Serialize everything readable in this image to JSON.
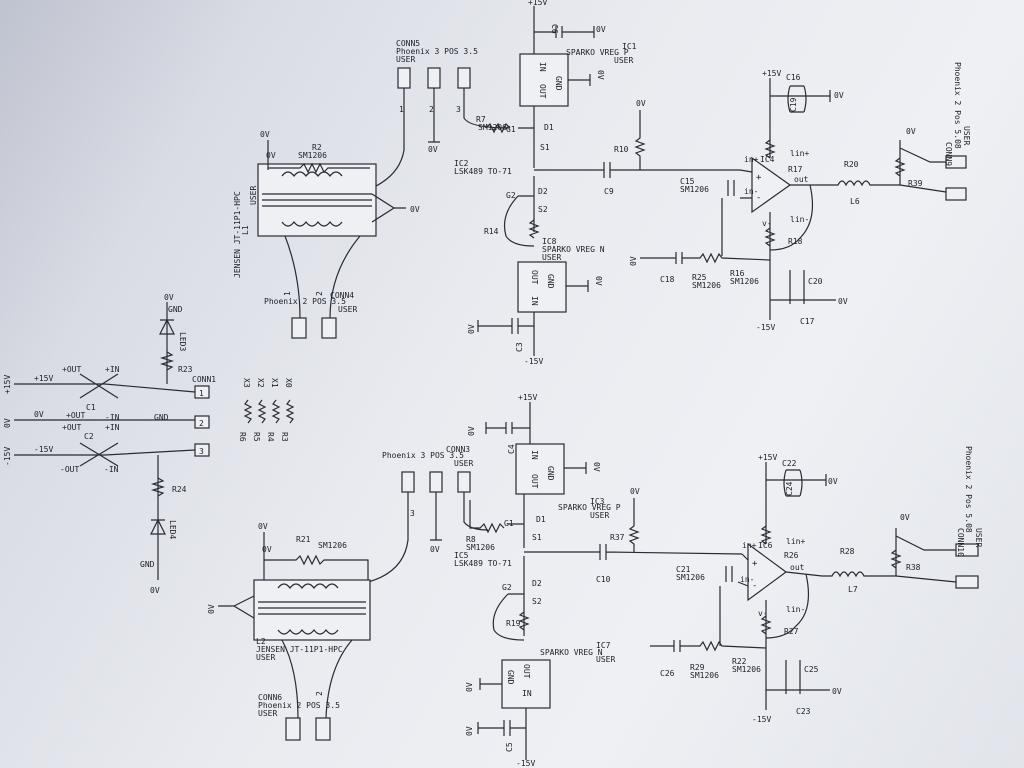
{
  "power": {
    "p15": "+15V",
    "zero": "0V",
    "m15": "-15V",
    "gnd": "GND"
  },
  "common": {
    "user": "USER",
    "sm1206": "SM1206"
  },
  "input": {
    "c1": "C1",
    "c2": "C2",
    "out_p": "+OUT",
    "in_p": "+IN",
    "out_m": "-OUT",
    "in_m": "-IN",
    "conn1": "CONN1",
    "pin1": "1",
    "pin2": "2",
    "pin3": "3",
    "r23": "R23",
    "r24": "R24",
    "led3": "LED3",
    "led4": "LED4",
    "x3": "X3",
    "x2": "X2",
    "x1": "X1",
    "x0": "X0",
    "r6": "R6",
    "r5": "R5",
    "r4": "R4",
    "r3": "R3"
  },
  "ch1": {
    "conn5": "CONN5",
    "conn5_type": "Phoenix 3 POS 3.5",
    "conn4": "CONN4",
    "conn4_type": "Phoenix 2 POS 3.5",
    "l1": "L1",
    "l1_type": "JENSEN JT-11P1-HPC",
    "r2": "R2",
    "r7": "R7",
    "r10": "R10",
    "r14": "R14",
    "r17": "R17",
    "r18": "R18",
    "r20": "R20",
    "r25": "R25",
    "r16": "R16",
    "r39": "R39",
    "ic1": "IC1",
    "ic1_type": "SPARKO VREG P",
    "ic2": "IC2",
    "ic2_type": "LSK489 TO-71",
    "ic8": "IC8",
    "ic8_type": "SPARKO VREG N",
    "ic4": "IC4",
    "c6": "C6",
    "c3": "C3",
    "c9": "C9",
    "c15": "C15",
    "c16": "C16",
    "c19": "C19",
    "c20": "C20",
    "c17": "C17",
    "l6": "L6",
    "d1": "D1",
    "s1": "S1",
    "g1": "G1",
    "d2": "D2",
    "s2": "S2",
    "g2": "G2",
    "conn9": "CONN9",
    "conn9_type": "Phoenix 2 Pos 5.08",
    "in_plus": "in+",
    "in_minus": "in-",
    "lin_plus": "lin+",
    "lin_minus": "lin-",
    "vminus": "v-",
    "out": "out",
    "reg_in": "IN",
    "reg_out": "OUT",
    "reg_gnd": "GND"
  },
  "ch2": {
    "conn3": "CONN3",
    "conn3_type": "Phoenix 3 POS 3.5",
    "conn6": "CONN6",
    "conn6_type": "Phoenix 2 POS 3.5",
    "l2": "L2",
    "l2_type": "JENSEN JT-11P1-HPC",
    "r21": "R21",
    "r8": "R8",
    "r37": "R37",
    "r19": "R19",
    "r26": "R26",
    "r27": "R27",
    "r28": "R28",
    "r29": "R29",
    "r22": "R22",
    "r38": "R38",
    "ic3": "IC3",
    "ic3_type": "SPARKO VREG P",
    "ic5": "IC5",
    "ic5_type": "LSK489 TO-71",
    "ic7": "IC7",
    "ic7_type": "SPARKO VREG N",
    "ic6": "IC6",
    "c4": "C4",
    "c5": "C5",
    "c10": "C10",
    "c21": "C21",
    "c22": "C22",
    "c26": "C26",
    "c25": "C25",
    "c23": "C23",
    "l7": "L7",
    "conn10": "CONN10",
    "conn10_type": "Phoenix 2 Pos 5.08"
  }
}
